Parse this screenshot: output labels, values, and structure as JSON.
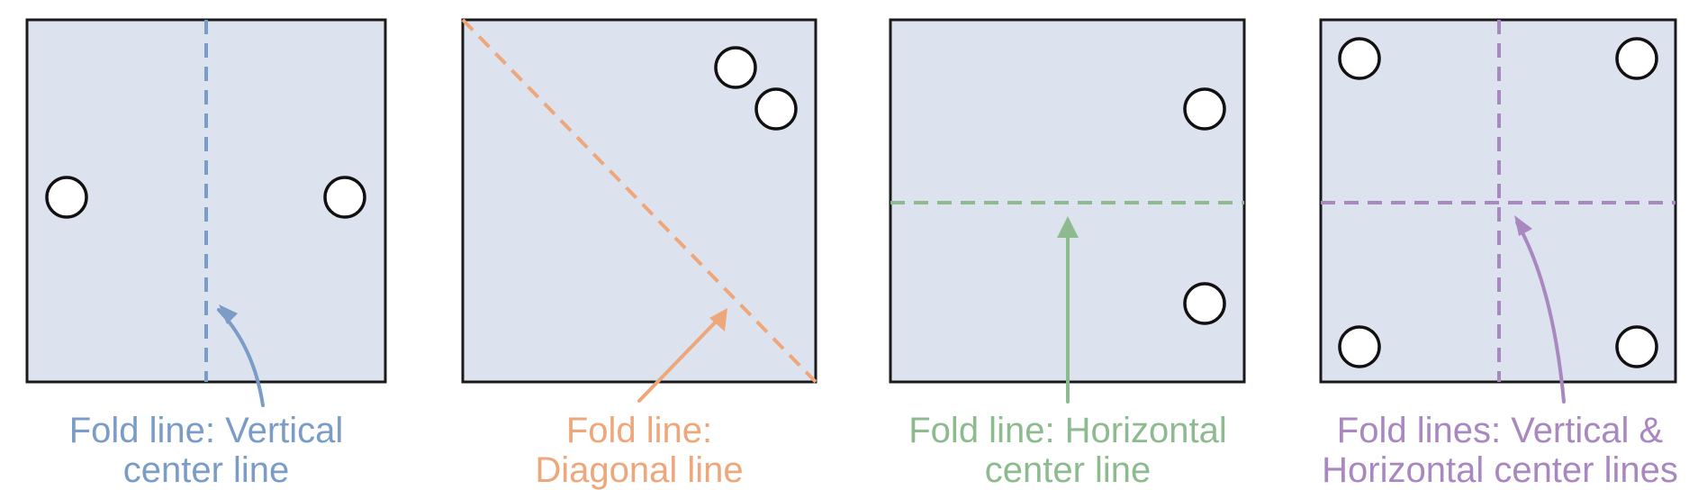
{
  "colors": {
    "panel_fill": "#dde3ee",
    "panel_border": "#1a1a1a",
    "hole_fill": "#ffffff",
    "hole_stroke": "#111111",
    "blue": "#7a9cc6",
    "orange": "#eea77a",
    "green": "#8dbb8f",
    "purple": "#a987bf"
  },
  "panels": [
    {
      "id": "vertical",
      "fold_type": "vertical",
      "color": "#7a9cc6",
      "caption": {
        "line1": "Fold line: Vertical",
        "line2": "center line"
      }
    },
    {
      "id": "diagonal",
      "fold_type": "diagonal",
      "color": "#eea77a",
      "caption": {
        "line1": "Fold line:",
        "line2": "Diagonal line"
      }
    },
    {
      "id": "horizontal",
      "fold_type": "horizontal",
      "color": "#8dbb8f",
      "caption": {
        "line1": "Fold line: Horizontal",
        "line2": "center line"
      }
    },
    {
      "id": "both",
      "fold_type": "vertical-and-horizontal",
      "color": "#a987bf",
      "caption": {
        "line1": "Fold lines: Vertical &",
        "line2": "Horizontal center lines"
      }
    }
  ]
}
